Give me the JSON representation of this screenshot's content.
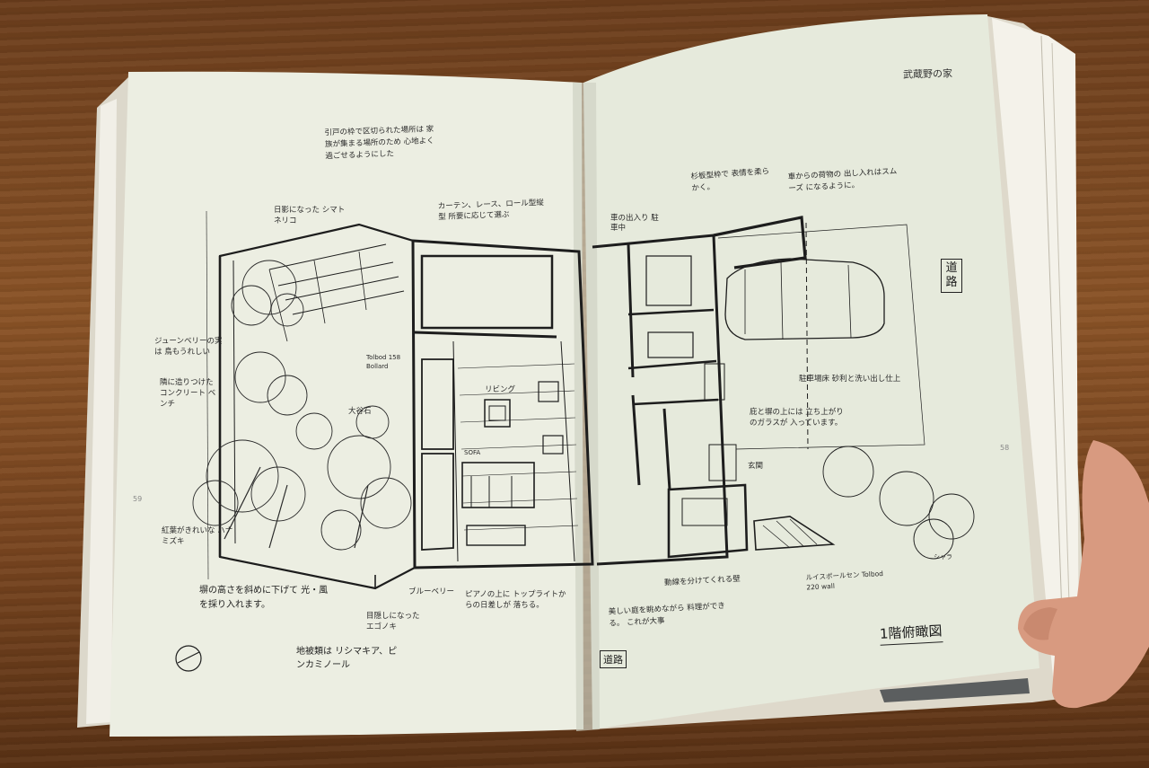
{
  "book": {
    "running_head": "武蔵野の家",
    "folio_left": "59",
    "folio_right": "58"
  },
  "sketch": {
    "title": "1階俯瞰図",
    "road_label_right": "道路",
    "road_label_bottom": "道路",
    "annotations": {
      "top_center": "引戸の枠で区切られた場所は 家族が集まる場所のため 心地よく過ごせるようにした",
      "tree_left_top": "日影になった シマトネリコ",
      "curtain": "カーテン、レース、ロール型縦型 所要に応じて選ぶ",
      "juneberry": "ジューンベリーの実は 鳥もうれしい",
      "wall_bench": "隣に造りつけた コンクリート ベンチ",
      "tolbod_left": "Tolbod 158 Bollard",
      "oya_stone": "大谷石",
      "living": "リビング",
      "sofa": "SOFA",
      "kouyou": "紅葉がきれいな ハナミズキ",
      "wall_height": "塀の高さを斜めに下げて 光・風を採り入れます。",
      "egonoki": "目隠しになった エゴノキ",
      "blueberry": "ブルーベリー",
      "piano": "ピアノの上に トップライトからの日差しが 落ちる。",
      "ground_cover": "地被類は リシマキア、ピンカミノール",
      "storage": "車の出入り 駐車中",
      "wood_siding": "杉板型枠で 表情を柔らかく。",
      "car_entry": "車からの荷物の 出し入れはスムーズ になるように。",
      "parking": "駐車場床 砂利と洗い出し仕上",
      "glass": "庇と塀の上には 立ち上がりのガラスが 入っています。",
      "entrance": "玄関",
      "movement": "動線を分けてくれる壁",
      "kitchen_view": "美しい庭を眺めながら 料理ができる。 これが大事",
      "tolbod_right": "ルイスポールセン Tolbod 220 wall",
      "shara": "シャラ"
    }
  },
  "colors": {
    "desk": "#7a4620",
    "paper_left": "#eceee2",
    "paper_right": "#e6eadc",
    "ink": "#1d1d1d",
    "skin": "#d89a80"
  }
}
